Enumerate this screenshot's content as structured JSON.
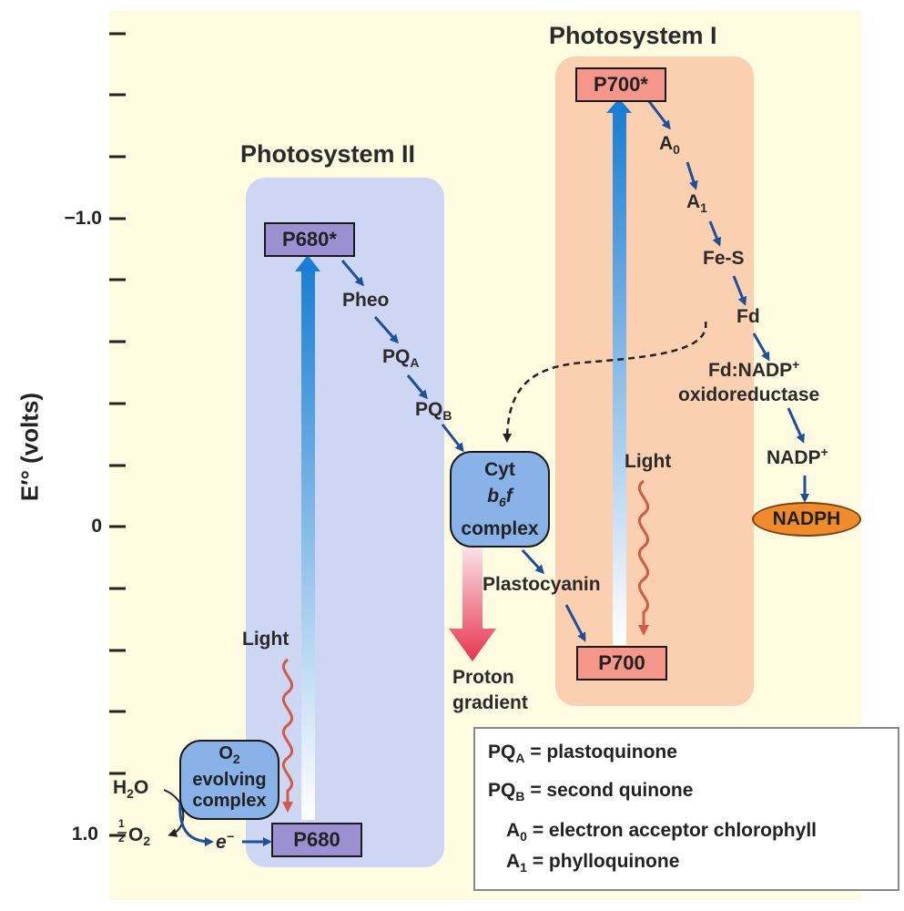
{
  "axis": {
    "label": "E′° (volts)",
    "ticks": [
      {
        "value": -1.0,
        "label": "−1.0"
      },
      {
        "value": 0,
        "label": "0"
      },
      {
        "value": 1.0,
        "label": "1.0"
      }
    ]
  },
  "photosystem_ii": {
    "title": "Photosystem II",
    "p680_star": "P680*",
    "p680": "P680",
    "pheo": "Pheo",
    "pqa": "PQ",
    "pqa_sub": "A",
    "pqb": "PQ",
    "pqb_sub": "B",
    "light": "Light",
    "o2_complex": {
      "line1": "O",
      "line1_sub": "2",
      "line2": "evolving",
      "line3": "complex"
    },
    "h2o": "H",
    "h2o_sub": "2",
    "h2o_end": "O",
    "half": "1",
    "half_den": "2",
    "o2": "O",
    "o2_sub": "2",
    "electron": "e",
    "electron_sup": "−"
  },
  "cytochrome": {
    "line1": "Cyt",
    "line2": "b",
    "line2_sub": "6",
    "line2_end": "f",
    "line3": "complex",
    "plastocyanin": "Plastocyanin",
    "proton1": "Proton",
    "proton2": "gradient"
  },
  "photosystem_i": {
    "title": "Photosystem I",
    "p700_star": "P700*",
    "p700": "P700",
    "a0": "A",
    "a0_sub": "0",
    "a1": "A",
    "a1_sub": "1",
    "fes": "Fe-S",
    "fd": "Fd",
    "fdnadp1": "Fd:NADP",
    "fdnadp1_sup": "+",
    "fdnadp2": "oxidoreductase",
    "nadp": "NADP",
    "nadp_sup": "+",
    "nadph": "NADPH",
    "light": "Light"
  },
  "legend": [
    {
      "term": "PQ",
      "sub": "A",
      "def": "= plastoquinone"
    },
    {
      "term": "PQ",
      "sub": "B",
      "def": "= second quinone"
    },
    {
      "term": "A",
      "sub": "0",
      "def": "= electron acceptor chlorophyll"
    },
    {
      "term": "A",
      "sub": "1",
      "def": "= phylloquinone"
    }
  ],
  "colors": {
    "background": "#fffbe0",
    "ps2_panel": "#cdd6f2",
    "ps1_panel": "#fbd0b1",
    "electron_arrow": "#1c4f9c",
    "light_arrow": "#d35a46",
    "energy_bar": "#1a7fd4",
    "proton_arrow": "#e8334f",
    "nadph": "#f08b2c"
  }
}
